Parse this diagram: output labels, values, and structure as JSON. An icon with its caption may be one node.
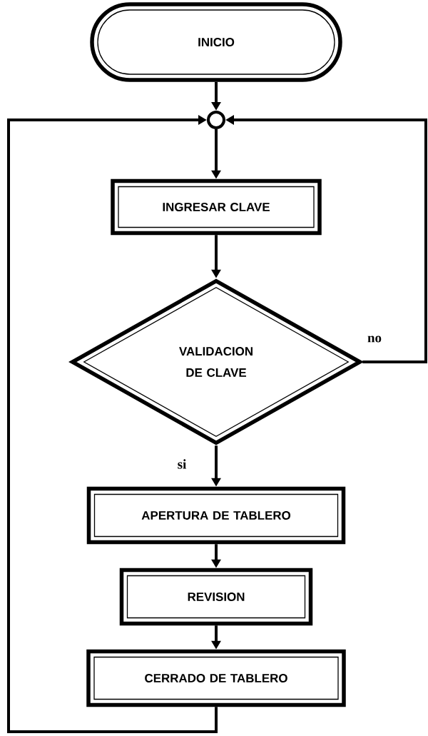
{
  "diagram": {
    "nodes": [
      {
        "text": [
          "INICIO"
        ]
      },
      {
        "text": [],
        "shape": "circle"
      },
      {
        "text": [
          "INGRESAR CLAVE"
        ]
      },
      {
        "text": [
          "VALIDACION DE CLAVE"
        ]
      },
      {
        "text": [
          "APERTURA DE TABLERO"
        ]
      },
      {
        "text": [
          "REVISION"
        ]
      },
      {
        "text": [
          "CERRADO DE TABLERO"
        ]
      }
    ],
    "edges": [
      {
        "from": 0,
        "to": 1,
        "arrow": "to"
      },
      {
        "from": 1,
        "to": 2,
        "arrow": "to"
      },
      {
        "from": 2,
        "to": 3,
        "arrow": "to"
      },
      {
        "from": 3,
        "to": 4,
        "arrow": "to",
        "label": "si"
      },
      {
        "from": 4,
        "to": 5,
        "arrow": "to"
      },
      {
        "from": 5,
        "to": 6,
        "arrow": "to"
      },
      {
        "from": 6,
        "to": 1,
        "arrow": "to"
      },
      {
        "from": 3,
        "to": 1,
        "arrow": "to",
        "label": "no"
      }
    ]
  }
}
